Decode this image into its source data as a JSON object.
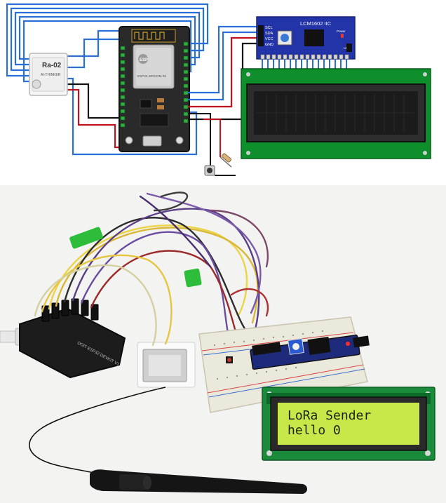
{
  "schematic": {
    "lora_module": {
      "label_line1": "Ra-02",
      "label_line2": "AI-THINKER"
    },
    "esp32_board": {
      "chip_label": "ESP32-WROOM-32",
      "brand": "ESP"
    },
    "i2c_backpack": {
      "title": "LCM1602 IIC",
      "pin_labels": [
        "SCL",
        "SDA",
        "VCC",
        "GND"
      ],
      "led_labels": [
        "Power",
        "LED"
      ]
    },
    "lcd_display": {
      "rows": 2,
      "cols": 16
    }
  },
  "photo": {
    "lcd_line1": "LoRa Sender",
    "lcd_line2": "hello 0",
    "board_label": "DOIT ESP32 DEVKIT V1"
  },
  "colors": {
    "lcd_green": "#0e8f2c",
    "lcd_glass": "#1b1b1b",
    "backpack_blue": "#2234a8",
    "wire_blue": "#2b6fd6",
    "wire_red": "#c1121f",
    "wire_black": "#111111",
    "lcd_backlight": "#c8e84a"
  }
}
